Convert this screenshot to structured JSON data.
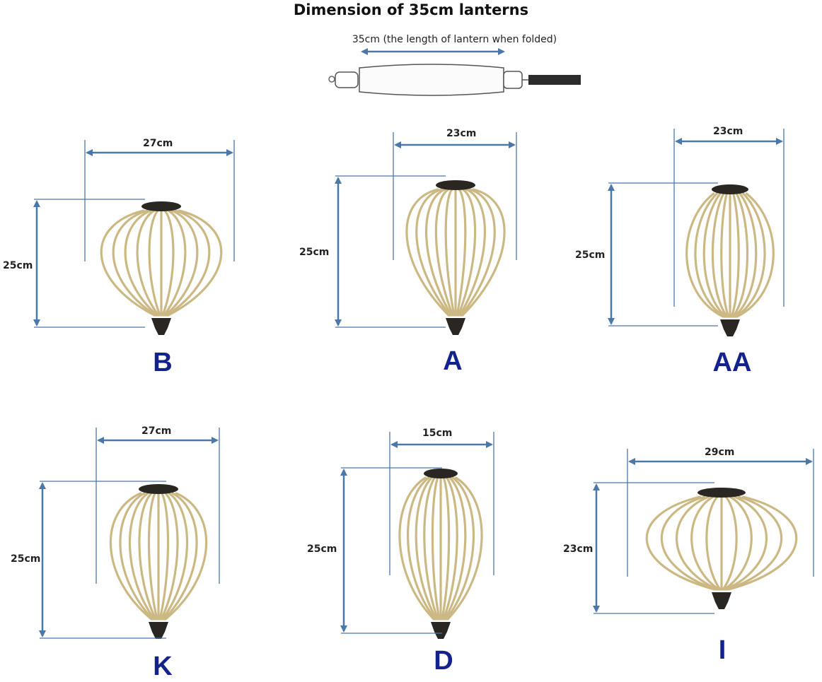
{
  "title": "Dimension of 35cm lanterns",
  "folded": {
    "label": "35cm (the length of lantern when folded)"
  },
  "colors": {
    "arrow": "#4a78a8",
    "letter": "#14238c",
    "rib": "#cbb883",
    "cap": "#2a2622"
  },
  "lanterns": [
    {
      "letter": "B",
      "width_label": "27cm",
      "height_label": "25cm"
    },
    {
      "letter": "A",
      "width_label": "23cm",
      "height_label": "25cm"
    },
    {
      "letter": "AA",
      "width_label": "23cm",
      "height_label": "25cm"
    },
    {
      "letter": "K",
      "width_label": "27cm",
      "height_label": "25cm"
    },
    {
      "letter": "D",
      "width_label": "15cm",
      "height_label": "25cm"
    },
    {
      "letter": "I",
      "width_label": "29cm",
      "height_label": "23cm"
    }
  ]
}
